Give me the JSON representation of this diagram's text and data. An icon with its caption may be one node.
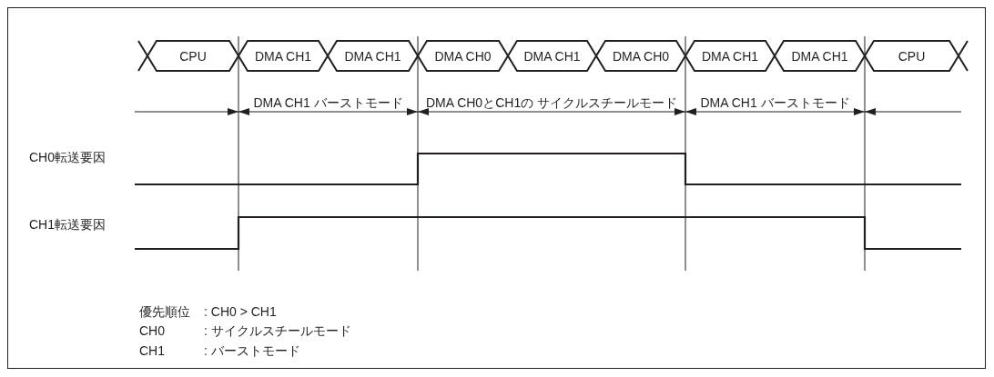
{
  "diagram": {
    "nodes": [
      {
        "text": [
          "CPU"
        ]
      },
      {
        "text": [
          "DMA CH1"
        ]
      },
      {
        "text": [
          "DMA CH1"
        ]
      },
      {
        "text": [
          "DMA CH0"
        ]
      },
      {
        "text": [
          "DMA CH1"
        ]
      },
      {
        "text": [
          "DMA CH0"
        ]
      },
      {
        "text": [
          "DMA CH1"
        ]
      },
      {
        "text": [
          "DMA CH1"
        ]
      },
      {
        "text": [
          "CPU"
        ]
      }
    ],
    "labels": [
      "DMA CH1 バーストモード",
      "DMA CH0とCH1の サイクルスチールモード",
      "DMA CH1 バーストモード",
      "CH0転送要因",
      "CH1転送要因",
      "優先順位",
      ": CH0 > CH1",
      "CH0",
      ": サイクルスチールモード",
      "CH1",
      ": バーストモード"
    ]
  }
}
